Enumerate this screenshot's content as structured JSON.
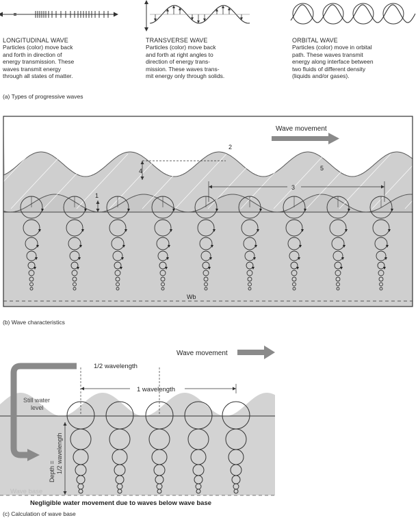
{
  "part_a": {
    "types": [
      {
        "title": "LONGITUDINAL WAVE",
        "lines": [
          "Particles (color) move back",
          "and forth in direction of",
          "energy transmission.  These",
          "waves transmit energy",
          "through all states of matter."
        ]
      },
      {
        "title": "TRANSVERSE WAVE",
        "lines": [
          "Particles (color) move back",
          "and forth at right angles to",
          "direction of energy trans-",
          "mission.  These waves trans-",
          "mit energy only through solids."
        ]
      },
      {
        "title": "ORBITAL WAVE",
        "lines": [
          "Particles (color) move in orbital",
          "path.  These waves transmit",
          "energy along interface between",
          "two fluids of different density",
          "(liquids and/or gases)."
        ]
      }
    ],
    "caption": "(a) Types of progressive waves"
  },
  "part_b": {
    "movement_label": "Wave movement",
    "labels": {
      "n1": "1",
      "n2": "2",
      "n3": "3",
      "n4": "4",
      "n5": "5",
      "wb": "Wb"
    },
    "caption": "(b) Wave characteristics"
  },
  "part_c": {
    "movement_label": "Wave movement",
    "half_wavelength": "1/2 wavelength",
    "one_wavelength": "1 wavelength",
    "still_water_1": "Still water",
    "still_water_2": "level",
    "depth_1": "Depth =",
    "depth_2": "1/2 wavelength",
    "wave_base": "Wave base",
    "negligible": "Negligible water movement due to waves below wave base",
    "caption": "(c) Calculation of wave base"
  },
  "colors": {
    "water": "#cfcfcf",
    "water_dark": "#bdbdbd",
    "arrow": "#8a8a8a",
    "line": "#333333"
  }
}
